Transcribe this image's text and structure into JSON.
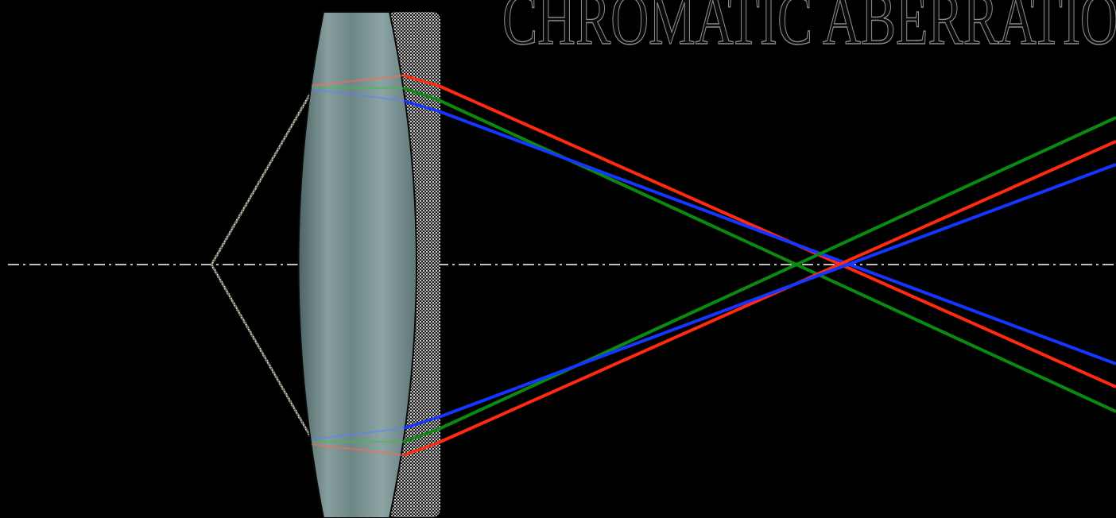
{
  "title": "CHROMATIC ABERRATION CO",
  "colors": {
    "background": "#000000",
    "red_ray": "#ff2a10",
    "green_ray": "#0b8a12",
    "blue_ray": "#1436ff",
    "lens_glass": "#7f9797",
    "optical_axis": "#ffffff",
    "incident_ray": "#c9c2b3"
  },
  "rays": [
    {
      "name": "red",
      "color": "#ff2a10"
    },
    {
      "name": "green",
      "color": "#0b8a12"
    },
    {
      "name": "blue",
      "color": "#1436ff"
    }
  ]
}
